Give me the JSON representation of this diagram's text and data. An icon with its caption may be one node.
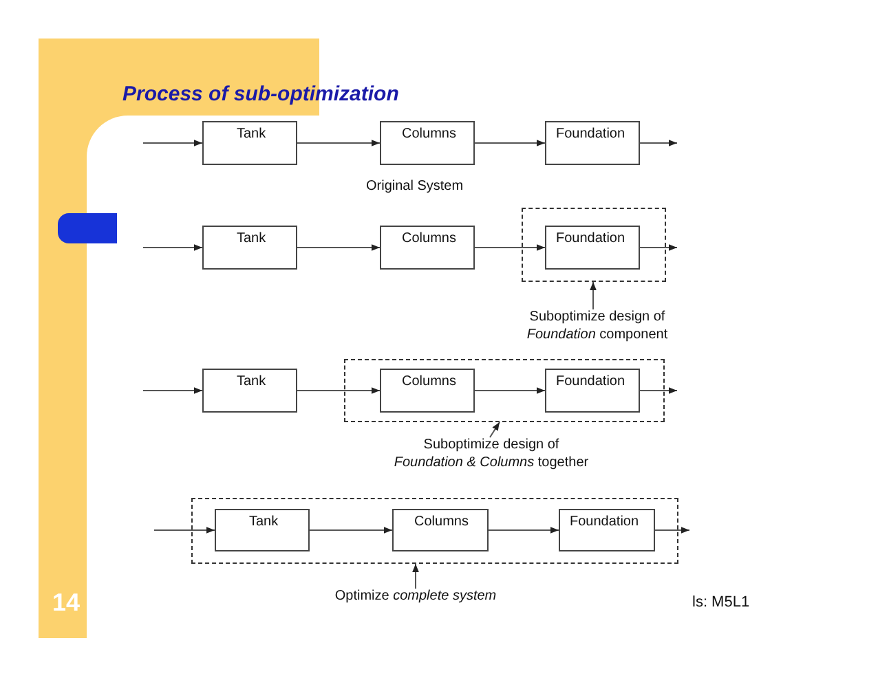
{
  "diagram": {
    "title": "Process of sub-optimization",
    "nodes": [
      {
        "text": [
          "Tank"
        ]
      },
      {
        "text": [
          "Columns"
        ]
      },
      {
        "text": [
          "Foundation"
        ]
      },
      {
        "text": [],
        "shape": "box"
      },
      {
        "text": [
          "Tank"
        ]
      },
      {
        "text": [
          "Columns"
        ]
      },
      {
        "text": [
          "Foundation"
        ],
        "in": 3
      },
      {
        "text": [
          "Suboptimize design of *Foundation* component"
        ]
      },
      {
        "text": [
          "Tank"
        ]
      },
      {
        "text": [],
        "shape": "box"
      },
      {
        "text": [
          "Columns"
        ],
        "in": 9
      },
      {
        "text": [
          "Foundation"
        ],
        "in": 9
      },
      {
        "text": [
          "Suboptimize design of *Foundation & Columns* together"
        ]
      },
      {
        "text": [],
        "shape": "box"
      },
      {
        "text": [
          "Tank"
        ],
        "in": 13
      },
      {
        "text": [
          "Columns"
        ],
        "in": 13
      },
      {
        "text": [
          "Foundation"
        ],
        "in": 13
      },
      {
        "text": [
          "Optimize *complete system*"
        ]
      }
    ],
    "edges": [
      {
        "from": null,
        "to": 0,
        "arrow": "to"
      },
      {
        "from": 0,
        "to": 1,
        "arrow": "to"
      },
      {
        "from": 1,
        "to": 2,
        "arrow": "to"
      },
      {
        "from": 2,
        "to": null,
        "arrow": "to"
      },
      {
        "from": null,
        "to": 4,
        "arrow": "to"
      },
      {
        "from": 4,
        "to": 5,
        "arrow": "to"
      },
      {
        "from": 5,
        "to": 6,
        "arrow": "to"
      },
      {
        "from": 6,
        "to": null,
        "arrow": "to"
      },
      {
        "from": 7,
        "to": 3,
        "arrow": "to"
      },
      {
        "from": null,
        "to": 8,
        "arrow": "to"
      },
      {
        "from": 8,
        "to": 10,
        "arrow": "to"
      },
      {
        "from": 10,
        "to": 11,
        "arrow": "to"
      },
      {
        "from": 11,
        "to": null,
        "arrow": "to"
      },
      {
        "from": 12,
        "to": 9,
        "arrow": "to"
      },
      {
        "from": null,
        "to": 14,
        "arrow": "to"
      },
      {
        "from": 14,
        "to": 15,
        "arrow": "to"
      },
      {
        "from": 15,
        "to": 16,
        "arrow": "to"
      },
      {
        "from": 16,
        "to": null,
        "arrow": "to"
      },
      {
        "from": 17,
        "to": 13,
        "arrow": "to"
      }
    ],
    "labels": [
      "Original System",
      "14",
      "ls: M5L1"
    ]
  }
}
